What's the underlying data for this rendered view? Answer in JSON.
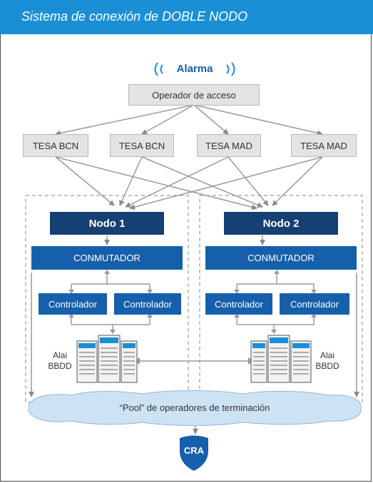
{
  "header": {
    "title": "Sistema de conexión de DOBLE NODO"
  },
  "alarm": {
    "label": "Alarma"
  },
  "access_operator": {
    "label": "Operador de acceso"
  },
  "tesa": [
    "TESA BCN",
    "TESA BCN",
    "TESA MAD",
    "TESA MAD"
  ],
  "nodes": [
    {
      "title": "Nodo 1",
      "switch": "CONMUTADOR",
      "controllers": [
        "Controlador",
        "Controlador"
      ],
      "db_label_1": "Alai",
      "db_label_2": "BBDD"
    },
    {
      "title": "Nodo 2",
      "switch": "CONMUTADOR",
      "controllers": [
        "Controlador",
        "Controlador"
      ],
      "db_label_1": "Alai",
      "db_label_2": "BBDD"
    }
  ],
  "pool": {
    "label": "“Pool” de operadores de terminación"
  },
  "cra": {
    "label": "CRA"
  },
  "colors": {
    "header": "#1a8fd6",
    "node": "#163f73",
    "switch": "#1660ab",
    "pool": "#cde3f4",
    "cra": "#1660ab"
  }
}
